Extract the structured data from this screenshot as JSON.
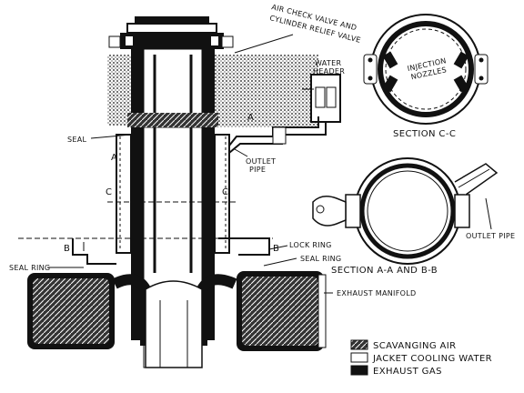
{
  "labels": {
    "air_check_valve": "AIR CHECK VALVE AND",
    "cylinder_relief": "CYLINDER RELIEF VALVE",
    "water_header": "WATER",
    "water_header_2": "HEADER",
    "seal": "SEAL",
    "a_upper": "A",
    "a_left": "A",
    "c_left": "C",
    "c_right": "C",
    "outlet_pipe": "OUTLET",
    "outlet_pipe_2": "PIPE",
    "b_left": "B",
    "b_right": "B",
    "lock_ring": "LOCK RING",
    "seal_ring_left": "SEAL RING",
    "seal_ring_right": "SEAL RING",
    "exhaust_manifold": "EXHAUST MANIFOLD",
    "injection": "INJECTION",
    "nozzles": "NOZZLES",
    "section_cc": "SECTION C-C",
    "outlet_pipe_right": "OUTLET PIPE",
    "section_ab": "SECTION A-A AND B-B"
  },
  "legend": [
    {
      "label": "SCAVANGING AIR",
      "pattern": "dots"
    },
    {
      "label": "JACKET COOLING WATER",
      "pattern": "white"
    },
    {
      "label": "EXHAUST GAS",
      "pattern": "black"
    }
  ],
  "colors": {
    "ink": "#111111",
    "paper": "#ffffff"
  }
}
